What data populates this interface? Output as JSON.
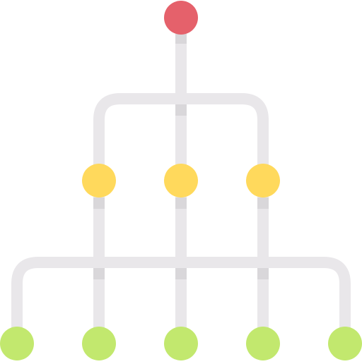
{
  "diagram": {
    "type": "hierarchy-tree",
    "colors": {
      "background": "#ffffff",
      "connector": "#e9e7ea",
      "connector_joint": "#d9d7da",
      "root": "#e5616b",
      "level_1": "#ffd95c",
      "level_2": "#c2e86e"
    },
    "levels": [
      {
        "level": 0,
        "node_count": 1,
        "color_key": "root"
      },
      {
        "level": 1,
        "node_count": 3,
        "color_key": "level_1"
      },
      {
        "level": 2,
        "node_count": 5,
        "color_key": "level_2"
      }
    ],
    "nodes": [
      {
        "id": "root",
        "level": 0,
        "parent": null
      },
      {
        "id": "level1-left",
        "level": 1,
        "parent": "root"
      },
      {
        "id": "level1-center",
        "level": 1,
        "parent": "root"
      },
      {
        "id": "level1-right",
        "level": 1,
        "parent": "root"
      },
      {
        "id": "leaf-1",
        "level": 2,
        "parent": "level1-left"
      },
      {
        "id": "leaf-2",
        "level": 2,
        "parent": "level1-left"
      },
      {
        "id": "leaf-3",
        "level": 2,
        "parent": "level1-center"
      },
      {
        "id": "leaf-4",
        "level": 2,
        "parent": "level1-right"
      },
      {
        "id": "leaf-5",
        "level": 2,
        "parent": "level1-right"
      }
    ]
  }
}
